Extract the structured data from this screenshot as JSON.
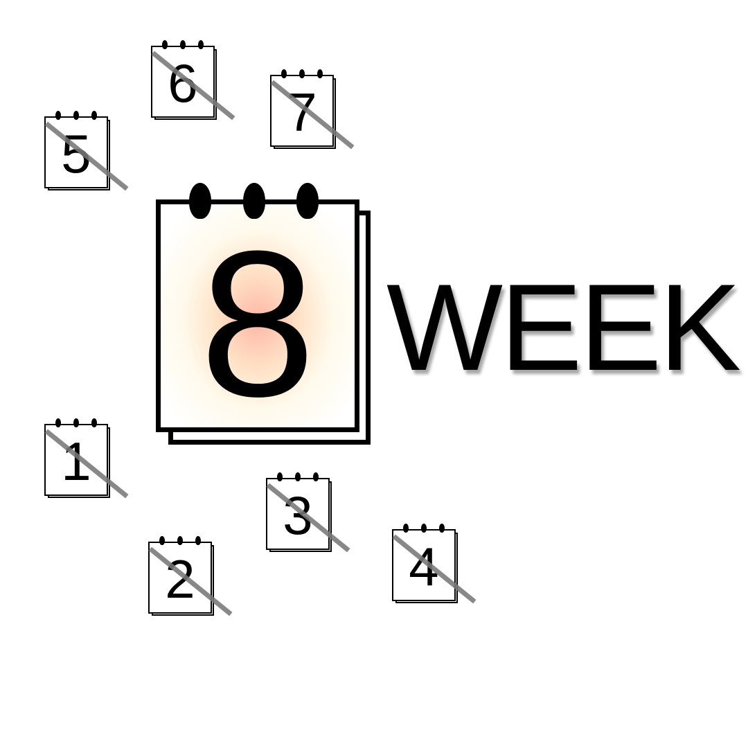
{
  "current_week": {
    "number": "8",
    "label": "WEEK"
  },
  "completed_weeks": [
    {
      "number": "1"
    },
    {
      "number": "2"
    },
    {
      "number": "3"
    },
    {
      "number": "4"
    },
    {
      "number": "5"
    },
    {
      "number": "6"
    },
    {
      "number": "7"
    }
  ],
  "icons": {
    "calendar": "calendar-icon",
    "strike": "strikethrough-line"
  },
  "colors": {
    "ink": "#000000",
    "strike": "#787878",
    "glow_center": "#ffaa96",
    "glow_mid": "#ffe8a8",
    "background": "#ffffff"
  }
}
